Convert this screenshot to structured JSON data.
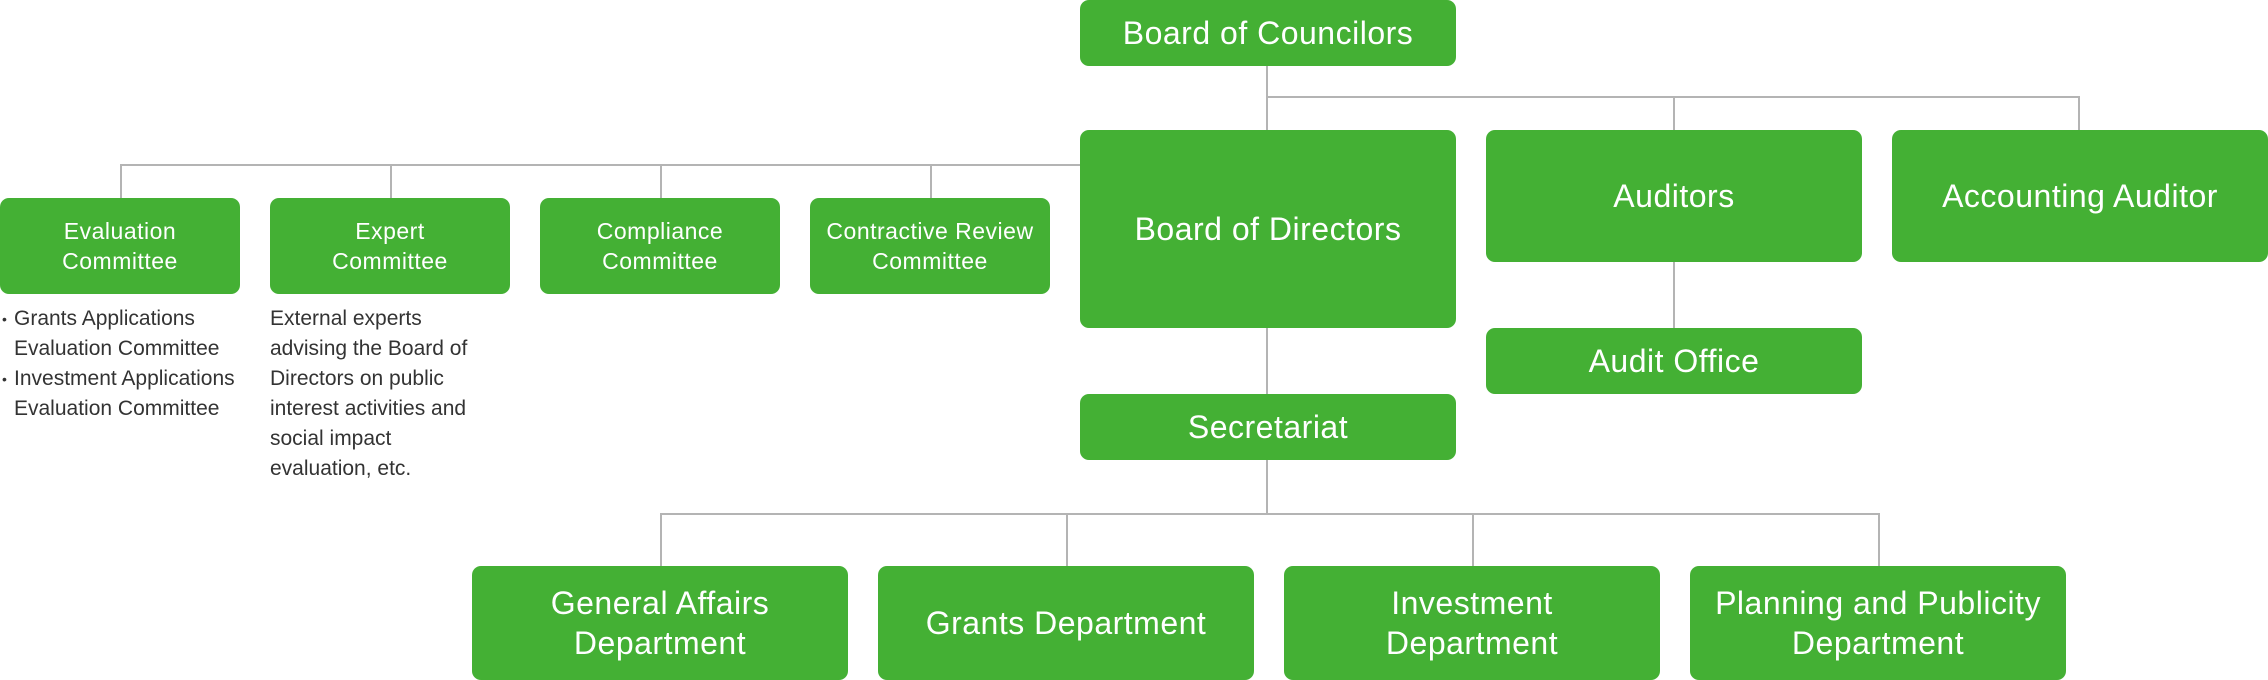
{
  "org": {
    "board_councilors": "Board of Councilors",
    "board_directors": "Board of Directors",
    "auditors": "Auditors",
    "accounting_auditor": "Accounting Auditor",
    "audit_office": "Audit Office",
    "secretariat": "Secretariat",
    "committees": {
      "evaluation": "Evaluation Committee",
      "expert": "Expert Committee",
      "compliance": "Compliance Committee",
      "contractive_review": "Contractive Review Committee"
    },
    "evaluation_notes": [
      "Grants Applications Evaluation Committee",
      "Investment Applications Evaluation Committee"
    ],
    "expert_note": "External experts advising the Board of Directors on public interest activities and social impact evaluation, etc.",
    "departments": {
      "general_affairs": "General Affairs Department",
      "grants": "Grants Department",
      "investment": "Investment Department",
      "planning_publicity": "Planning and Publicity Department"
    }
  },
  "colors": {
    "box": "#44b034",
    "line": "#b4b4b4",
    "text": "#ffffff",
    "note": "#333333"
  }
}
